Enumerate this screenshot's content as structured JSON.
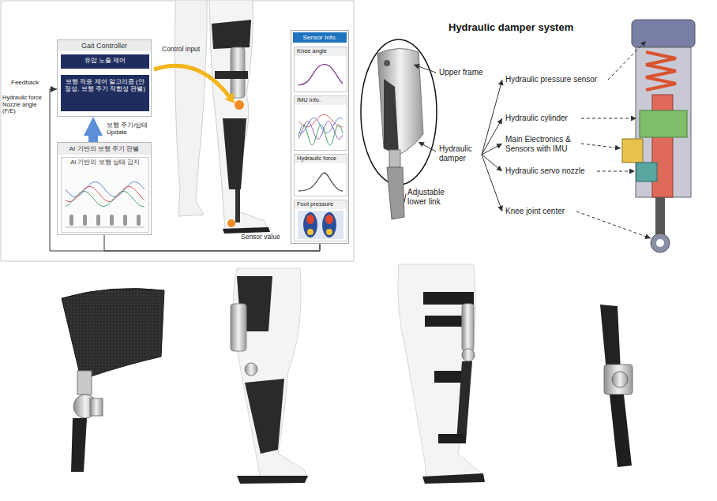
{
  "diagram": {
    "title": "Hydraulic damper system",
    "nodes": [
      {
        "text": [
          "Gait Controller"
        ]
      },
      {
        "text": [
          "유압 노즐 제어"
        ],
        "in": 0
      },
      {
        "text": [
          "보행 적응 제어 알고리즘 (안정성, 보행 주기 적합성 판별)"
        ],
        "in": 0
      },
      {
        "text": [
          "AI 기반의 보행 주기 판별"
        ]
      },
      {
        "text": [
          "AI 기반의 보행 상태 감지"
        ],
        "in": 3
      },
      {
        "text": [
          "Sensor Info."
        ]
      },
      {
        "text": [
          "Knee angle"
        ],
        "in": 5
      },
      {
        "text": [
          "IMU info."
        ],
        "in": 5
      },
      {
        "text": [
          "Hydraulic force"
        ],
        "in": 5
      },
      {
        "text": [
          "Foot pressure"
        ],
        "in": 5
      }
    ],
    "edges": [
      {
        "from": 1,
        "to": 2,
        "arrow": "none"
      },
      {
        "from": 3,
        "to": 0,
        "arrow": "to",
        "label": "보행 주기/상태 Update"
      },
      {
        "from": 5,
        "to": 0,
        "arrow": "to"
      },
      {
        "from": 5,
        "to": 3,
        "arrow": "none"
      }
    ],
    "labels": [
      "Feedback",
      "Hydraulic force Nozzle angle (F/E)",
      "Control input",
      "Sensor value",
      "Upper frame",
      "Hydraulic damper",
      "Adjustable lower link",
      "Hydraulic pressure sensor",
      "Hydraulic cylinder",
      "Main Electronics & Sensors with IMU",
      "Hydraulic servo nozzle",
      "Knee joint center"
    ]
  }
}
